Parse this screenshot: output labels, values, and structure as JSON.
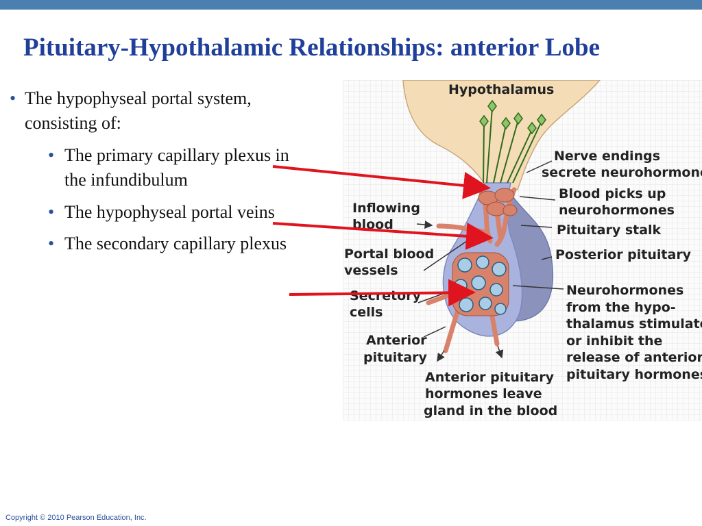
{
  "slide": {
    "title": "Pituitary-Hypothalamic Relationships: anterior Lobe",
    "copyright": "Copyright © 2010 Pearson Education, Inc.",
    "bullets": [
      {
        "text": "The hypophyseal portal system, consisting of:",
        "sub": [
          "The primary capillary plexus in the infundibulum",
          "The hypophyseal portal veins",
          "The secondary capillary plexus"
        ]
      }
    ]
  },
  "diagram": {
    "labels": {
      "hypothalamus": "Hypothalamus",
      "nerve_endings_1": "Nerve endings",
      "nerve_endings_2": "secrete neurohormones",
      "blood_picks_1": "Blood picks up",
      "blood_picks_2": "neurohormones",
      "pituitary_stalk": "Pituitary stalk",
      "posterior_pituitary": "Posterior pituitary",
      "neurohormones_1": "Neurohormones",
      "neurohormones_2": "from the hypo-",
      "neurohormones_3": "thalamus stimulate",
      "neurohormones_4": "or inhibit the",
      "neurohormones_5": "release of anterior",
      "neurohormones_6": "pituitary hormones",
      "inflowing_1": "Inflowing",
      "inflowing_2": "blood",
      "portal_1": "Portal blood",
      "portal_2": "vessels",
      "secretory_1": "Secretory",
      "secretory_2": "cells",
      "anterior_1": "Anterior",
      "anterior_2": "pituitary",
      "hormones_1": "Anterior pituitary",
      "hormones_2": "hormones leave",
      "hormones_3": "gland in the blood"
    },
    "colors": {
      "title": "#1f3f9a",
      "topbar": "#4a7fb0",
      "arrow": "#e0141e",
      "hypothalamus": "#f3dcb6",
      "posterior": "#8b93bd",
      "anterior": "#a9b3dd",
      "vessel": "#d9826b",
      "neuron": "#8fc56a",
      "cells": "#a9cde6"
    }
  }
}
